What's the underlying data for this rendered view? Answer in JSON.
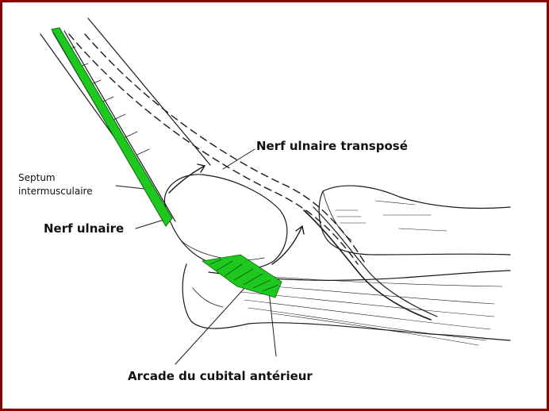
{
  "colors": {
    "frame": "#8b0000",
    "nerve_green": "#1ec81e",
    "ink": "#1a1a1a"
  },
  "labels": {
    "nerf_transpose": "Nerf ulnaire transposé",
    "septum_line1": "Septum",
    "septum_line2": "intermusculaire",
    "nerf_ulnaire": "Nerf ulnaire",
    "arcade": "Arcade du cubital antérieur"
  }
}
